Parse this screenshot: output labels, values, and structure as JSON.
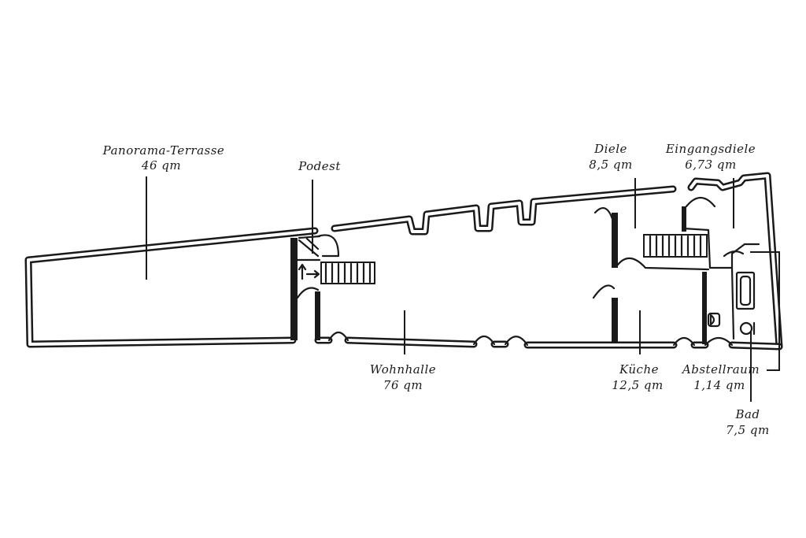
{
  "rooms": {
    "terrasse": {
      "name": "Panorama-Terrasse",
      "area": "46 qm"
    },
    "podest": {
      "name": "Podest"
    },
    "wohnhalle": {
      "name": "Wohnhalle",
      "area": "76 qm"
    },
    "diele": {
      "name": "Diele",
      "area": "8,5 qm"
    },
    "eingangsdiele": {
      "name": "Eingangsdiele",
      "area": "6,73 qm"
    },
    "kueche": {
      "name": "Küche",
      "area": "12,5 qm"
    },
    "abstellraum": {
      "name": "Abstellraum",
      "area": "1,14 qm"
    },
    "bad": {
      "name": "Bad",
      "area": "7,5 qm"
    }
  },
  "colors": {
    "ink": "#1a1a1a",
    "background": "#ffffff"
  },
  "icons": [
    "stair-arrow-icon",
    "toilet-icon",
    "bathtub-icon",
    "sink-icon"
  ]
}
